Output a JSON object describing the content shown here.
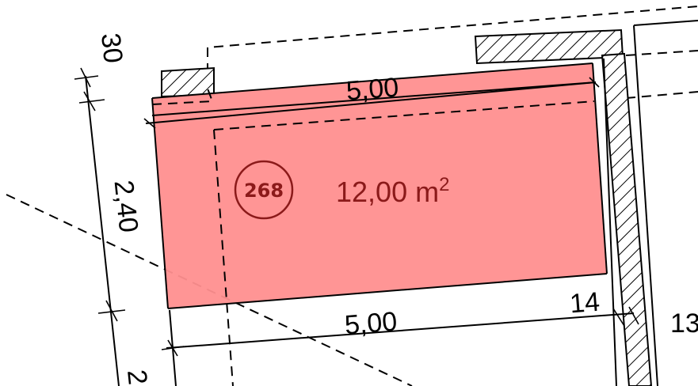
{
  "room": {
    "id": "268",
    "area_value": "12,00 m",
    "area_unit_sup": "2",
    "fill_color": "#ff8f8f",
    "text_color": "#8b1a1a"
  },
  "dimensions": {
    "top_width": "5,00",
    "bottom_width": "5,00",
    "left_upper": "30",
    "left_main": "2,40",
    "left_lower_partial": "2",
    "right_small": "14",
    "right_partial": "13"
  }
}
